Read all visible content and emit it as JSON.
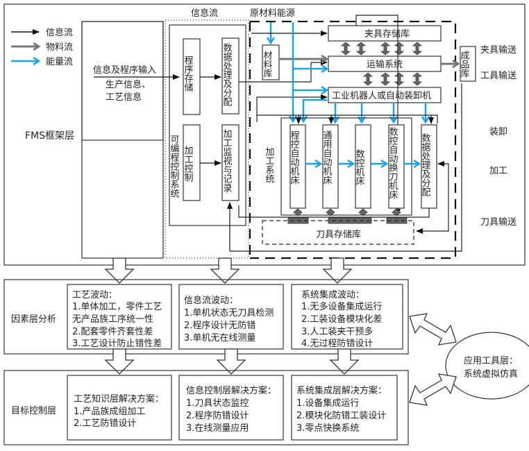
{
  "legend": {
    "items": [
      {
        "label": "信息流",
        "type": "info",
        "color": "#111111"
      },
      {
        "label": "物料流",
        "type": "material",
        "color": "#777777"
      },
      {
        "label": "能量流",
        "type": "energy",
        "color": "#1aa3e8"
      }
    ]
  },
  "fms": {
    "layer_label": "FMS框架层",
    "input_label": "信息及程序输入",
    "input_sub1": "生产信息、",
    "input_sub2": "工艺信息",
    "info_flow_title": "信息流",
    "raw_material_title": "原材料能源",
    "plc_system": "可编程控制系统",
    "program_storage": "程序存储",
    "data_processing": "数据处理及分配",
    "machining_control": "加工控制",
    "machining_monitor": "加工监视与记录",
    "material_store": "材料库",
    "fixture_store": "夹具存储库",
    "transport_system": "运输系统",
    "robot": "工业机器人或自动装卸机",
    "machining_system": "加工系统",
    "machines": [
      "程控自动机床",
      "通用自动机床",
      "数控机床",
      "数控自动换刀机床",
      "数据处理及分配"
    ],
    "tool_store": "刀具存储库",
    "product_store": "成品库",
    "side_labels": [
      "夹具输送",
      "工具输送",
      "装卸",
      "加工",
      "刀具输送"
    ]
  },
  "factor_layer": {
    "label": "因素层分析",
    "boxes": [
      {
        "title": "工艺波动：",
        "lines": [
          "1.单体加工，零件工艺",
          "无产品族工序统一性",
          "2.配套零件齐套性差",
          "3.工艺设计防止错性差"
        ]
      },
      {
        "title": "信息流波动：",
        "lines": [
          "1.单机状态无刀具检测",
          "2.程序设计无防错",
          "3.单机无在线测量"
        ]
      },
      {
        "title": "系统集成波动：",
        "lines": [
          "1.无多设备集成运行",
          "2.工装设备模块化差",
          "3.人工装夹干预多",
          "4.无过程防错设计"
        ]
      }
    ]
  },
  "target_layer": {
    "label": "目标控制层",
    "boxes": [
      {
        "title": "工艺知识层解决方案：",
        "lines": [
          "1.产品族成组加工",
          "2.工艺防错设计"
        ]
      },
      {
        "title": "信息控制层解决方案：",
        "lines": [
          "1.刀具状态监控",
          "2.程序防错设计",
          "3.在线测量应用"
        ]
      },
      {
        "title": "系统集成层解决方案：",
        "lines": [
          "1.设备集成运行",
          "2.模块化防错工装设计",
          "3.零点快换系统"
        ]
      }
    ]
  },
  "tool_layer": {
    "line1": "应用工具层：",
    "line2": "系统虚拟仿真"
  }
}
